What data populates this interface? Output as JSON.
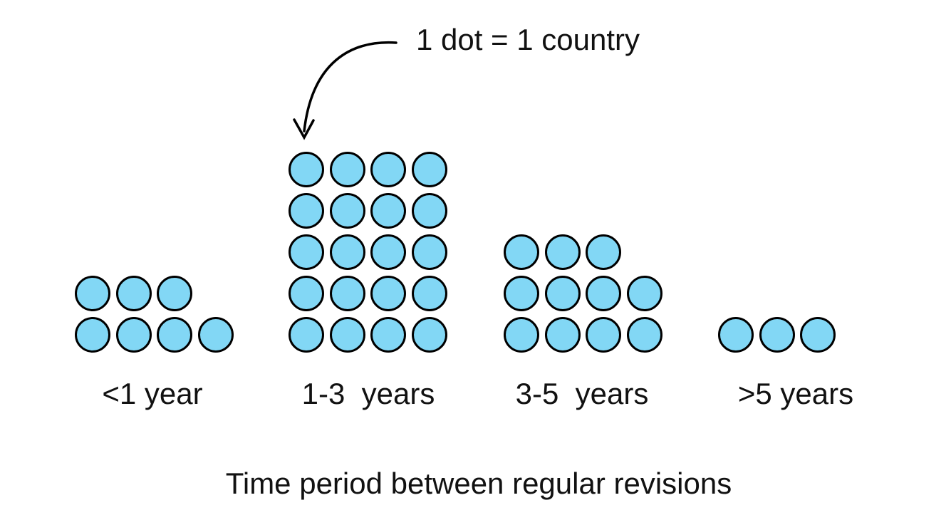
{
  "chart_data": {
    "type": "dot",
    "title": "",
    "xlabel": "Time period between regular revisions",
    "legend": "1 dot = 1 country",
    "categories": [
      "<1 year",
      "1-3  years",
      "3-5  years",
      ">5 years"
    ],
    "values": [
      7,
      20,
      11,
      3
    ],
    "total_dots": 41,
    "dots_per_row": 4,
    "dot_fill_color": "#82D7F5",
    "dot_border_color": "#000000",
    "text_color": "#111111",
    "background_color": "#FFFFFF",
    "legend_position": "top",
    "grid": false
  }
}
